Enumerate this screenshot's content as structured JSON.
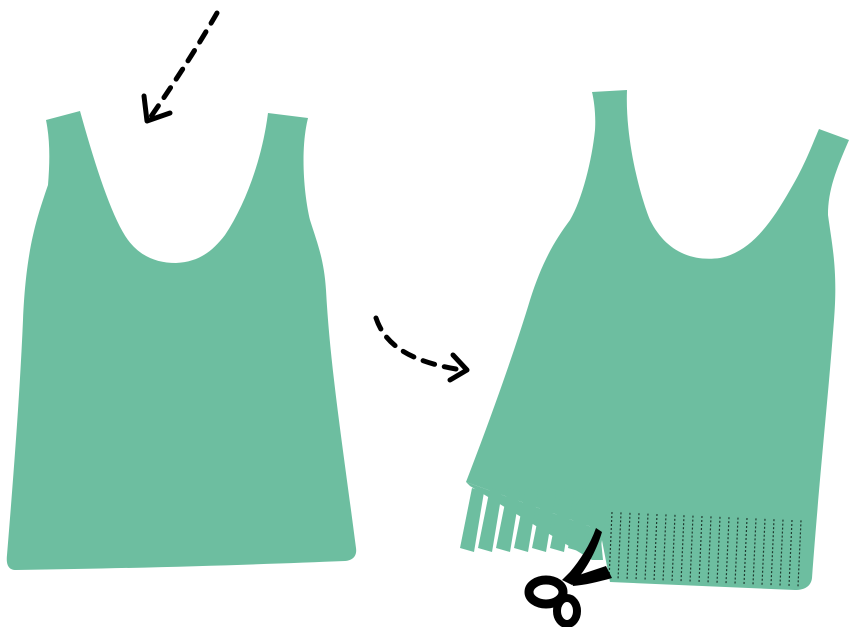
{
  "colors": {
    "background": "#ffffff",
    "garment": "#6dbea0",
    "ink": "#000000",
    "cut_line": "#1f3b30"
  },
  "illustration": {
    "left_figure": "tank-top",
    "right_figure": "tank-top-with-fringe",
    "tool": "scissors",
    "icons": [
      "dashed-arrow-down-left",
      "dashed-arrow-right",
      "scissors-icon"
    ]
  }
}
